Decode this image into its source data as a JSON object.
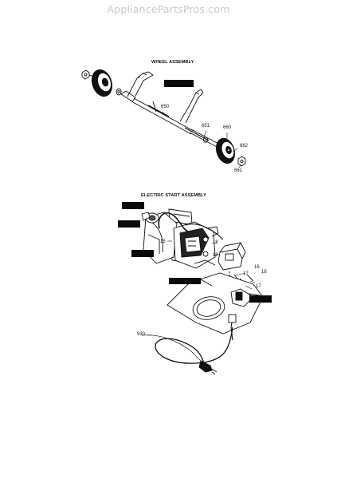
{
  "watermark": "AppliancePartsPros.com",
  "wheel_assembly": {
    "title": "WHEEL ASSEMBLY",
    "labels": {
      "p650": "650",
      "p651": "651",
      "p660": "660",
      "p662": "662",
      "p661": "661"
    }
  },
  "electric_start_assembly": {
    "title": "ELECTRIC START ASSEMBLY",
    "labels": {
      "p15": "15",
      "p18a": "18",
      "p18b": "18",
      "p16a": "16",
      "p16b": "16",
      "p17a": "17",
      "p17b": "17",
      "p930": "930"
    }
  }
}
